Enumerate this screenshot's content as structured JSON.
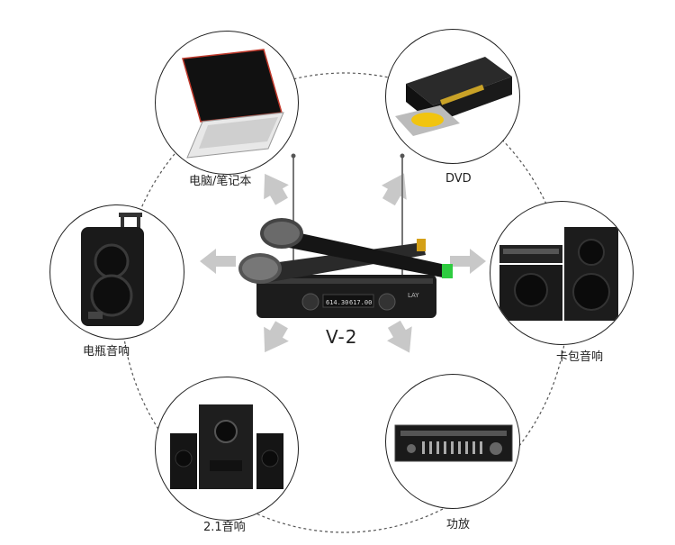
{
  "diagram": {
    "center_model_label": "V-2",
    "display_left": "614.30",
    "display_right": "617.00",
    "brand_mark": "LAY",
    "devices": [
      {
        "label": "电脑/笔记本",
        "icon": "laptop-icon"
      },
      {
        "label": "DVD",
        "icon": "dvd-player-icon"
      },
      {
        "label": "电瓶音响",
        "icon": "trolley-speaker-icon"
      },
      {
        "label": "卡包音响",
        "icon": "ktv-speaker-icon"
      },
      {
        "label": "2.1音响",
        "icon": "subwoofer-speaker-icon"
      },
      {
        "label": "功放",
        "icon": "amplifier-icon"
      }
    ],
    "colors": {
      "arrow": "#c8c8c8",
      "mic_tip": "#2ecc40",
      "dash_ring": "#555555",
      "border": "#222222"
    }
  }
}
